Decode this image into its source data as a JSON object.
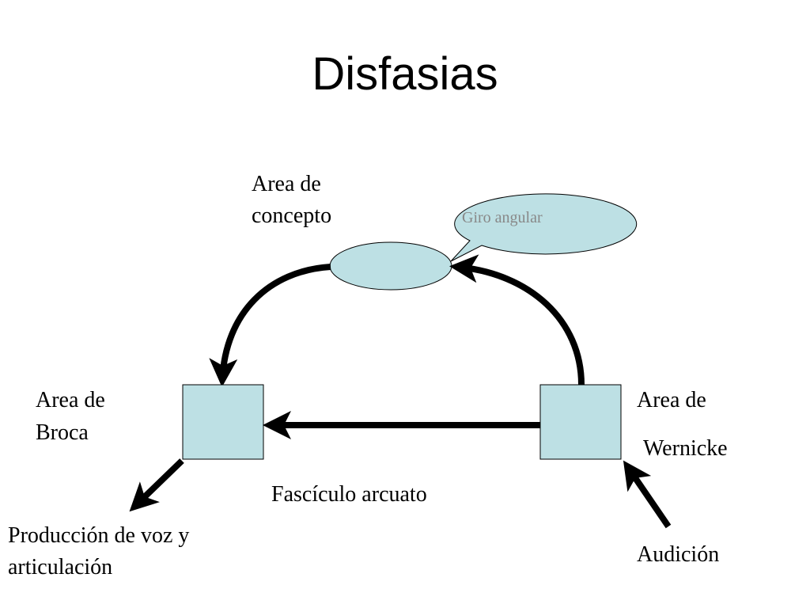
{
  "slide": {
    "title": "Disfasias"
  },
  "nodes": {
    "concept_line1": "Area de",
    "concept_line2": "concepto",
    "broca_line1": "Area de",
    "broca_line2": "Broca",
    "wernicke_line1": "Area de",
    "wernicke_line2": "Wernicke",
    "fasciculus": "Fascículo arcuato",
    "output_line1": "Producción de voz y",
    "output_line2": "articulación",
    "input": "Audición"
  },
  "callout": {
    "text": "Giro angular"
  },
  "colors": {
    "shape_fill": "#bde0e4",
    "shape_stroke": "#000000",
    "arrow": "#000000",
    "callout_text": "#888888"
  }
}
